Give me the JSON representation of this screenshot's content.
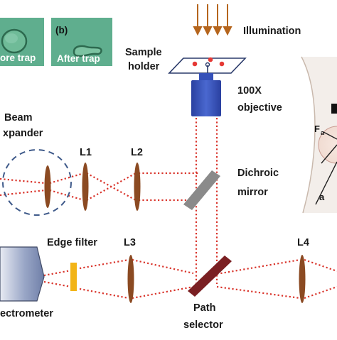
{
  "insets": {
    "left_caption": "ore trap",
    "right_tag": "(b)",
    "right_caption": "After trap"
  },
  "labels": {
    "illumination": "Illumination",
    "sample_holder_line1": "Sample",
    "sample_holder_line2": "holder",
    "objective_line1": "100X",
    "objective_line2": "objective",
    "beam_expander_line1": "Beam",
    "beam_expander_line2": "xpander",
    "l1": "L1",
    "l2": "L2",
    "l3": "L3",
    "l4": "L4",
    "dichroic_line1": "Dichroic",
    "dichroic_line2": "mirror",
    "edge_filter": "Edge filter",
    "spectrometer": "ectrometer",
    "path_selector_line1": "Path",
    "path_selector_line2": "selector",
    "force_label": "F",
    "force_sub": "a",
    "axis_label": "a"
  },
  "colors": {
    "beam": "#d9342b",
    "lens": "#8b4a22",
    "inset_bg": "#5fae8e",
    "objective": "#3550b8",
    "dichroic": "#8a8a8a",
    "path_selector": "#7a1f22",
    "edge_filter": "#f2b417",
    "illumination_arrows": "#b5651d",
    "expander_circle": "#3f5a8a"
  }
}
